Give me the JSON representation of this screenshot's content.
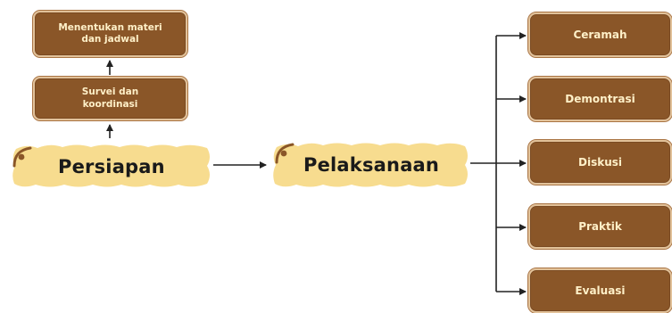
{
  "left": {
    "top_box": {
      "line1": "Menentukan materi",
      "line2": "dan jadwal"
    },
    "mid_box": {
      "line1": "Survei dan",
      "line2": "koordinasi"
    },
    "banner": "Persiapan"
  },
  "center": {
    "banner": "Pelaksanaan"
  },
  "right": {
    "items": [
      "Ceramah",
      "Demontrasi",
      "Diskusi",
      "Praktik",
      "Evaluasi"
    ]
  },
  "colors": {
    "box_fill": "#8a5628",
    "box_text": "#fff0c8",
    "banner_fill": "#f7dc8f",
    "accent_hook": "#8a5628"
  }
}
